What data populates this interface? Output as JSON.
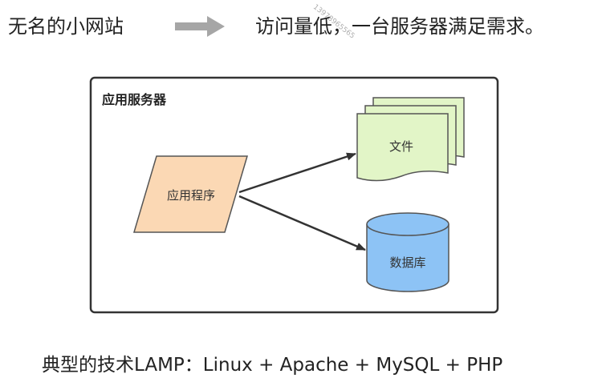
{
  "top": {
    "left_text": "无名的小网站",
    "right_text": "访问量低，一台服务器满足需求。",
    "watermark": "13978965565"
  },
  "diagram": {
    "box_title": "应用服务器",
    "app_label": "应用程序",
    "file_label": "文件",
    "db_label": "数据库"
  },
  "bottom": {
    "text": "典型的技术LAMP：Linux + Apache + MySQL + PHP"
  },
  "colors": {
    "top_arrow": "#a6a6a6",
    "app_fill": "#fbd8b4",
    "file_fill": "#e2f5c7",
    "db_fill": "#8dc3f5",
    "border": "#333333"
  }
}
